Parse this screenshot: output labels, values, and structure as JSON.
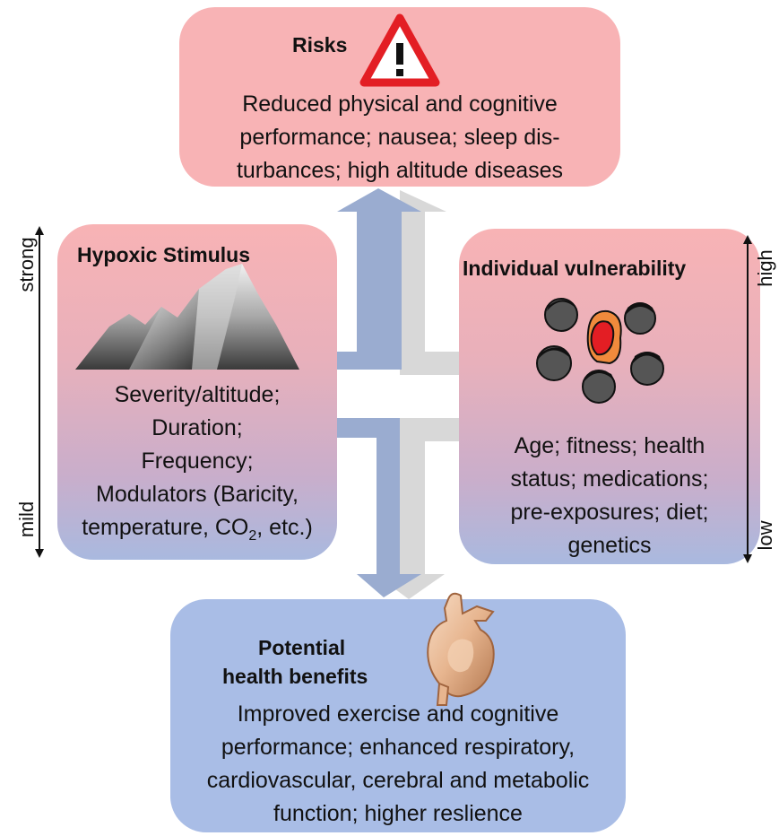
{
  "risks": {
    "title": "Risks",
    "lines": [
      "Reduced physical and cognitive",
      "performance; nausea; sleep dis-",
      "turbances; high altitude diseases"
    ]
  },
  "hypoxic": {
    "title": "Hypoxic Stimulus",
    "lines": [
      "Severity/altitude;",
      "Duration;",
      "Frequency;",
      "Modulators (Baricity,"
    ],
    "last_line_prefix": "temperature, CO",
    "last_line_sub": "2",
    "last_line_suffix": ", etc.)"
  },
  "vulnerability": {
    "title": "Individual vulnerability",
    "lines": [
      "Age; fitness; health",
      "status; medications;",
      "pre-exposures; diet;",
      "genetics"
    ]
  },
  "benefits": {
    "title_line1": "Potential",
    "title_line2": "health benefits",
    "lines": [
      "Improved exercise and cognitive",
      "performance; enhanced respiratory,",
      "cardiovascular, cerebral and metabolic",
      "function; higher reslience"
    ]
  },
  "scales": {
    "left_top": "strong",
    "left_bottom": "mild",
    "right_top": "high",
    "right_bottom": "low"
  },
  "icons": {
    "risks": "warning-triangle-icon",
    "hypoxic": "mountain-icon",
    "vulnerability": "people-heads-icon",
    "benefits": "heart-icon"
  },
  "colors": {
    "risk_box": "#f8b3b5",
    "benefit_box": "#a9bde6",
    "arrow_blue": "#9aacd0",
    "arrow_gray": "#d8d8d8",
    "warning_red": "#e31e24"
  }
}
